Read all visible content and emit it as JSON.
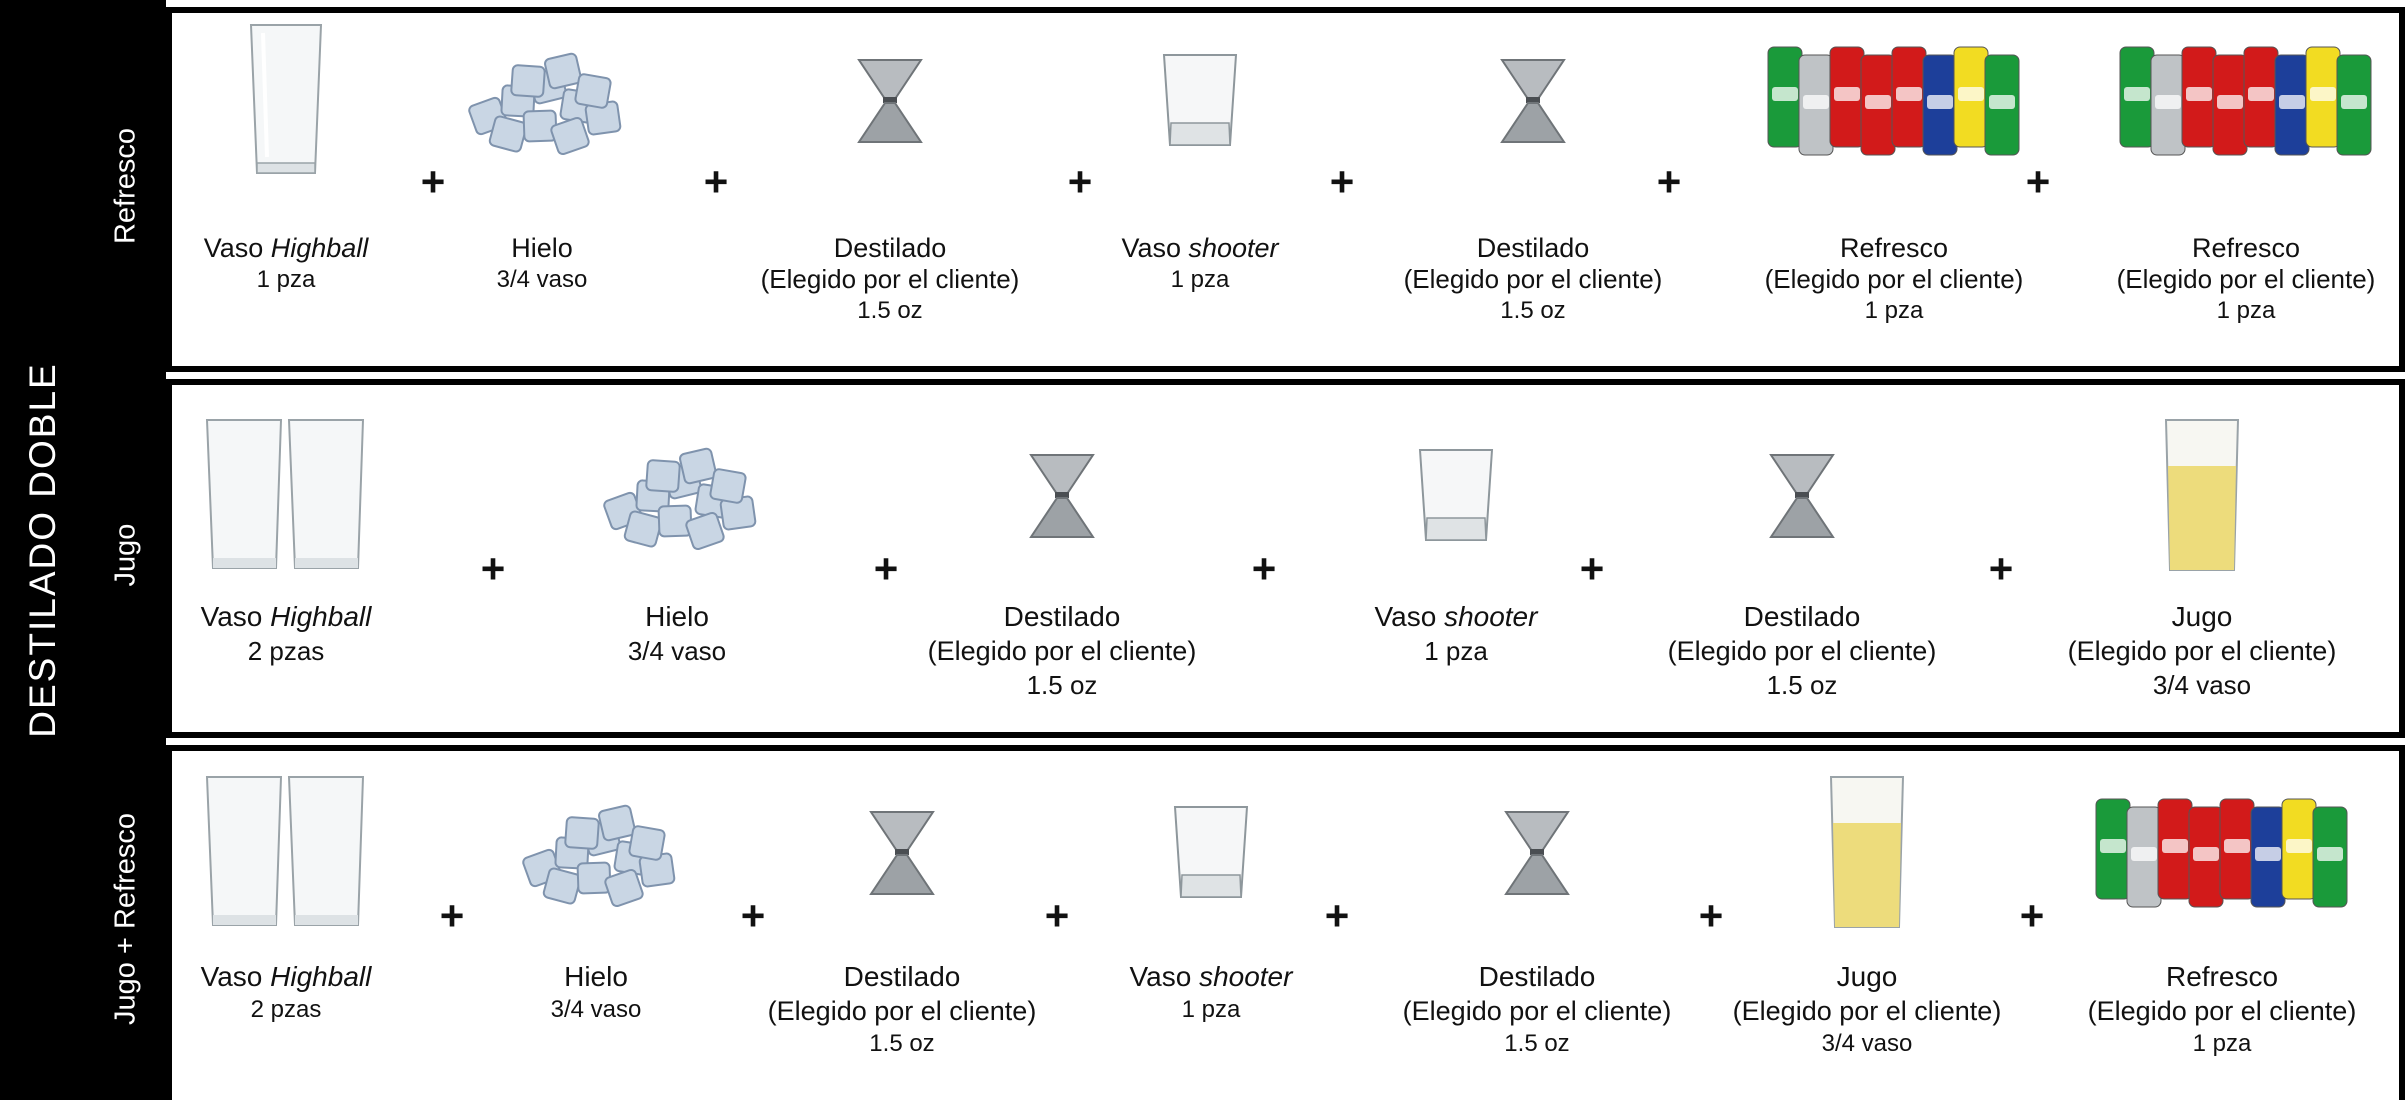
{
  "main_title": "DESTILADO DOBLE",
  "colors": {
    "bar": "#000000",
    "juice": "#eddc7c",
    "cola_red": "#d21a1a",
    "can_green": "#1a9a3a",
    "can_blue": "#1d3f9a",
    "can_yellow": "#f2dc22"
  },
  "sections": [
    {
      "label": "Refresco",
      "items": [
        {
          "icon": "highball-glass-icon",
          "name": "Vaso ",
          "name_italic": "Highball",
          "qty": "1 pza"
        },
        {
          "icon": "ice-icon",
          "name": "Hielo",
          "qty": "3/4 vaso"
        },
        {
          "icon": "jigger-icon",
          "name": "Destilado",
          "sub": "(Elegido por el cliente)",
          "qty": "1.5 oz"
        },
        {
          "icon": "shot-glass-icon",
          "name": "Vaso ",
          "name_italic": "shooter",
          "qty": "1 pza"
        },
        {
          "icon": "jigger-icon",
          "name": "Destilado",
          "sub": "(Elegido por el cliente)",
          "qty": "1.5 oz"
        },
        {
          "icon": "soda-cans-icon",
          "name": "Refresco",
          "sub": "(Elegido por el cliente)",
          "qty": "1 pza"
        },
        {
          "icon": "soda-cans-icon",
          "name": "Refresco",
          "sub": "(Elegido por el cliente)",
          "qty": "1 pza"
        }
      ],
      "plus": "+"
    },
    {
      "label": "Jugo",
      "items": [
        {
          "icon": "two-highball-glasses-icon",
          "name": "Vaso ",
          "name_italic": "Highball",
          "qty": "2 pzas"
        },
        {
          "icon": "ice-icon",
          "name": "Hielo",
          "qty": "3/4 vaso"
        },
        {
          "icon": "jigger-icon",
          "name": "Destilado",
          "sub": "(Elegido por el cliente)",
          "qty": "1.5 oz"
        },
        {
          "icon": "shot-glass-icon",
          "name": "Vaso ",
          "name_italic": "shooter",
          "qty": "1 pza"
        },
        {
          "icon": "jigger-icon",
          "name": "Destilado",
          "sub": "(Elegido por el cliente)",
          "qty": "1.5 oz"
        },
        {
          "icon": "juice-glass-icon",
          "name": "Jugo",
          "sub": "(Elegido por el cliente)",
          "qty": "3/4  vaso"
        }
      ],
      "plus": "+"
    },
    {
      "label": "Jugo + Refresco",
      "items": [
        {
          "icon": "two-highball-glasses-icon",
          "name": "Vaso ",
          "name_italic": "Highball",
          "qty": "2 pzas"
        },
        {
          "icon": "ice-icon",
          "name": "Hielo",
          "qty": "3/4 vaso"
        },
        {
          "icon": "jigger-icon",
          "name": "Destilado",
          "sub": "(Elegido por el cliente)",
          "qty": "1.5 oz"
        },
        {
          "icon": "shot-glass-icon",
          "name": "Vaso ",
          "name_italic": "shooter",
          "qty": "1 pza"
        },
        {
          "icon": "jigger-icon",
          "name": "Destilado",
          "sub": "(Elegido por el cliente)",
          "qty": "1.5 oz"
        },
        {
          "icon": "juice-glass-icon",
          "name": "Jugo",
          "sub": "(Elegido por el cliente)",
          "qty": "3/4  vaso"
        },
        {
          "icon": "soda-cans-icon",
          "name": "Refresco",
          "sub": "(Elegido por el cliente)",
          "qty": "1 pza"
        }
      ],
      "plus": "+"
    }
  ]
}
